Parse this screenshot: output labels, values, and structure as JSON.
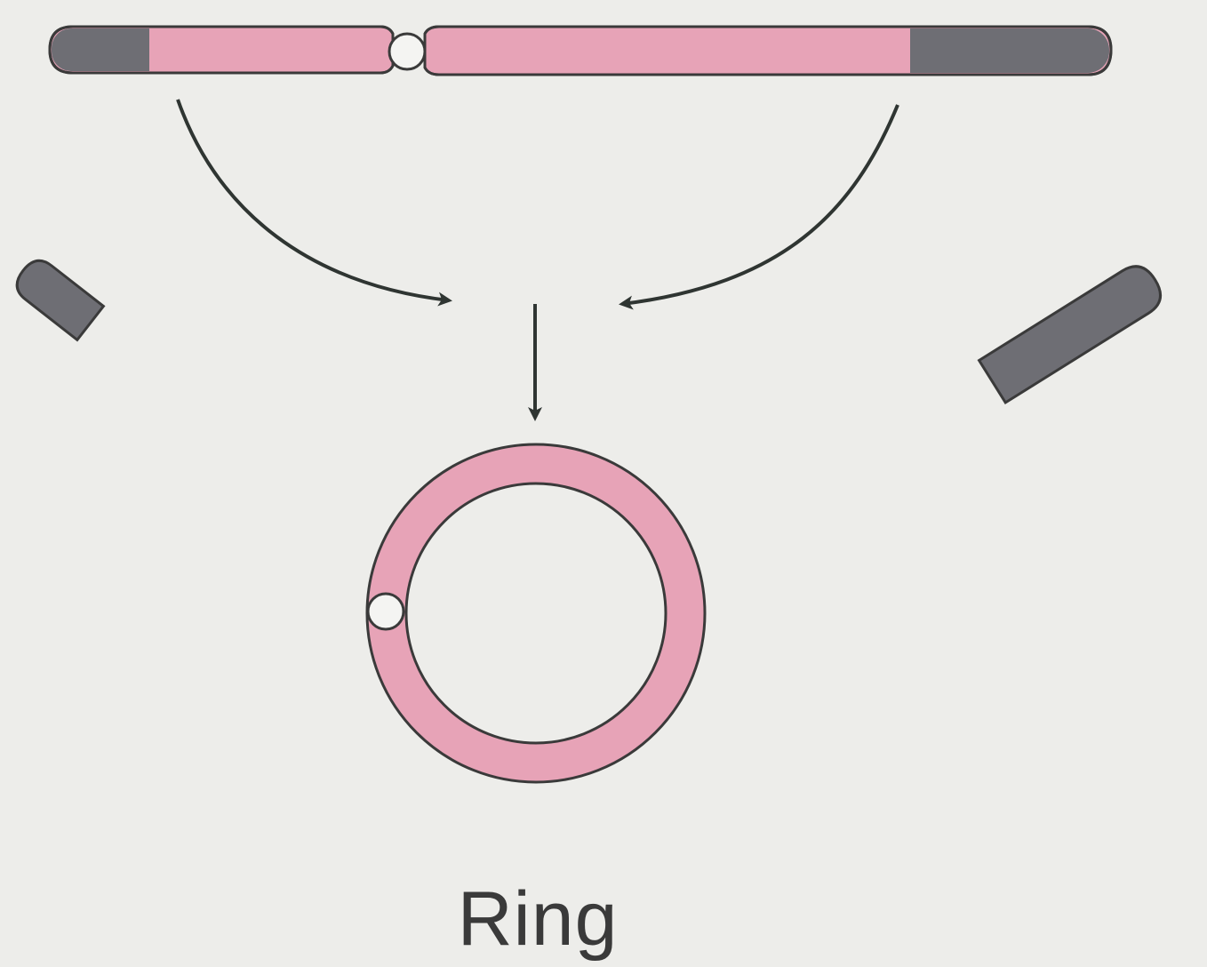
{
  "diagram": {
    "caption": "Ring",
    "colors": {
      "background": "#ededea",
      "euchromatin": "#e7a3b7",
      "terminal_segment": "#6e6e74",
      "centromere": "#f4f4f2",
      "outline": "#3a3a3a",
      "arrow": "#2f3532"
    },
    "elements": [
      "linear-chromosome",
      "centromere",
      "arrow-left-curve",
      "arrow-right-curve",
      "arrow-down",
      "left-terminal-fragment",
      "right-terminal-fragment",
      "ring-chromosome"
    ]
  }
}
